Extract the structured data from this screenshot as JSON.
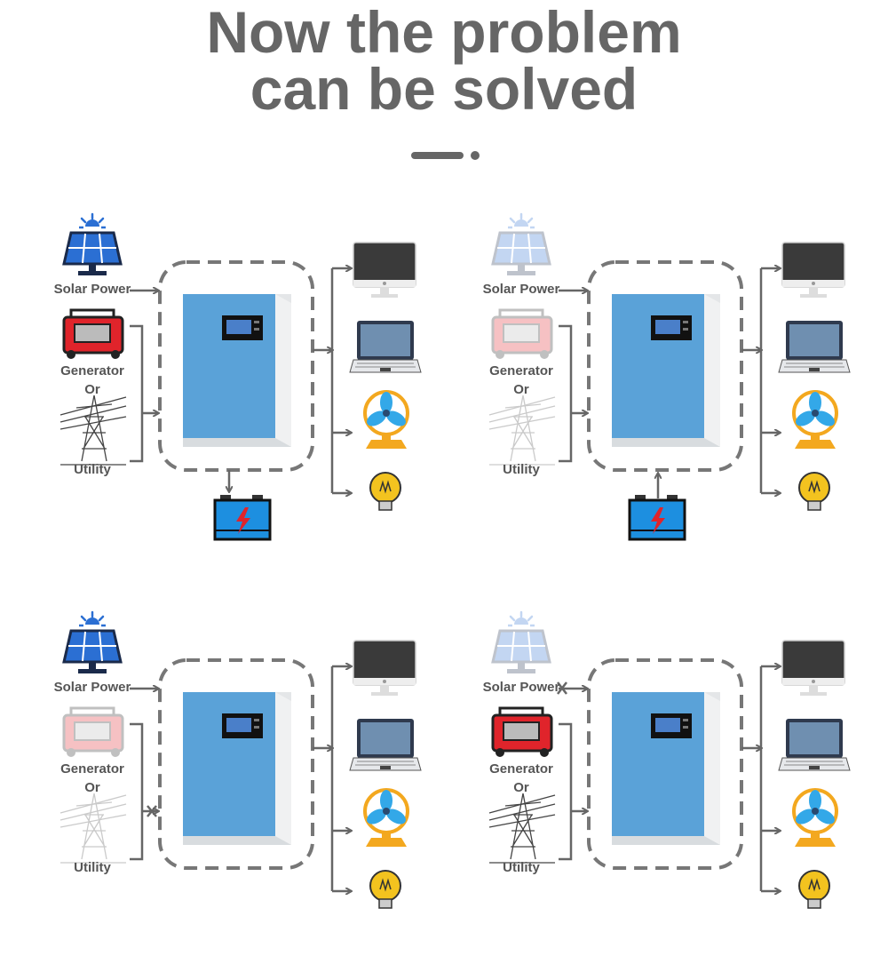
{
  "title": {
    "line1": "Now the problem",
    "line2": "can be solved"
  },
  "labels": {
    "solar": "Solar Power",
    "generator": "Generator",
    "or": "Or",
    "utility": "Utility"
  },
  "colors": {
    "arrow": "#666666",
    "inverter": "#5aa2d8",
    "battery": "#1d8fe0",
    "solar": "#2b6fd3",
    "generator": "#e0242b",
    "fan": "#33a8e8",
    "bulb": "#f3c31f",
    "text": "#555555"
  },
  "panels": [
    {
      "id": "top-left",
      "solar_active": true,
      "generator_active": true,
      "utility_active": true,
      "solar_blocked": false,
      "grid_blocked": false,
      "battery": "charging"
    },
    {
      "id": "top-right",
      "solar_active": false,
      "generator_active": false,
      "utility_active": false,
      "solar_blocked": false,
      "grid_blocked": false,
      "battery": "discharging"
    },
    {
      "id": "bottom-left",
      "solar_active": true,
      "generator_active": false,
      "utility_active": false,
      "solar_blocked": false,
      "grid_blocked": true,
      "battery": "none"
    },
    {
      "id": "bottom-right",
      "solar_active": false,
      "generator_active": true,
      "utility_active": true,
      "solar_blocked": true,
      "grid_blocked": false,
      "battery": "none"
    }
  ]
}
